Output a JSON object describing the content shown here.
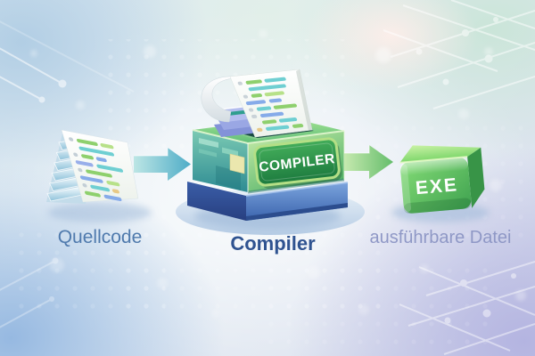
{
  "diagram": {
    "stages": [
      {
        "id": "source",
        "label": "Quellcode",
        "icon": "code-sheet-stack-icon"
      },
      {
        "id": "compiler",
        "label": "Compiler",
        "machine_badge": "COMPILER",
        "icon": "compiler-machine-icon"
      },
      {
        "id": "executable",
        "label": "ausführbare Datei",
        "cube_badge": "EXE",
        "icon": "exe-cube-icon"
      }
    ],
    "arrows": [
      {
        "from": "source",
        "to": "compiler",
        "color": "#4fb0c6"
      },
      {
        "from": "compiler",
        "to": "executable",
        "color": "#63bd63"
      }
    ],
    "colors": {
      "label_text": "#4f7aad",
      "label_text_bold": "#2f5390",
      "label_text_muted": "#8f98c6",
      "machine_front_green": "#56b46a",
      "machine_side_teal": "#2e8b93",
      "machine_base_blue": "#3a63ad",
      "plate_green": "#1c7a3e",
      "cube_green": "#46ab56",
      "background_blue": "#cfe0ee"
    }
  }
}
